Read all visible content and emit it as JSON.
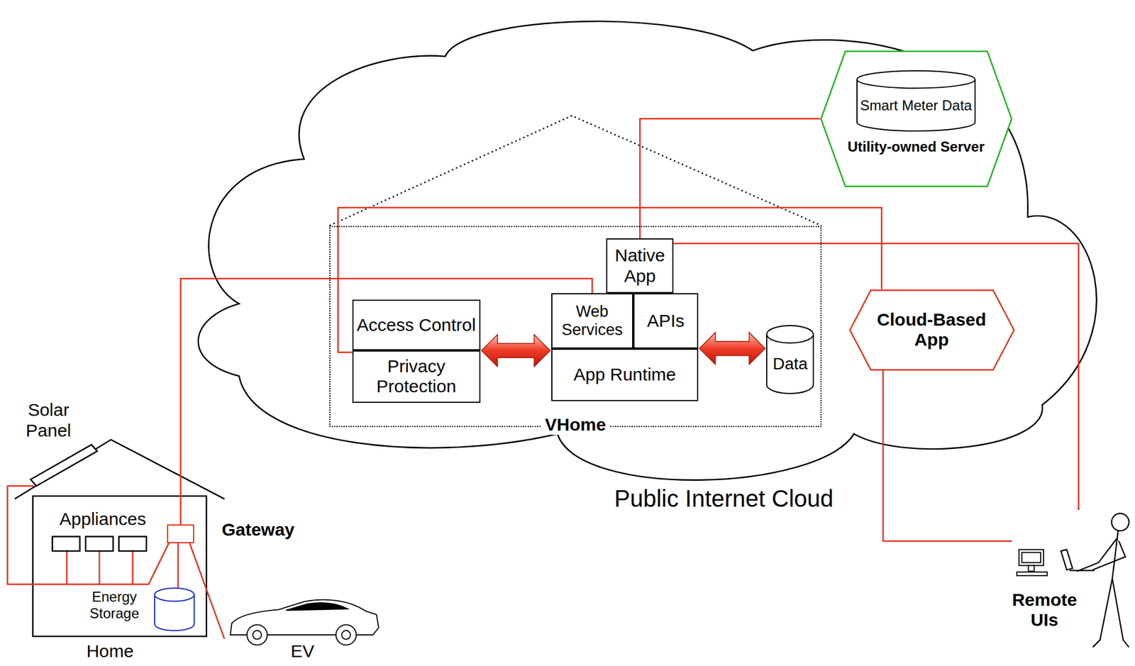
{
  "diagram": {
    "nodes": [
      {
        "text": [
          "VHome"
        ]
      },
      {
        "text": [
          "Native App"
        ],
        "in": 0
      },
      {
        "text": [
          "Web Services"
        ],
        "in": 0
      },
      {
        "text": [
          "APIs"
        ],
        "in": 0
      },
      {
        "text": [
          "App Runtime"
        ],
        "in": 0
      },
      {
        "text": [
          "Access Control"
        ],
        "in": 0
      },
      {
        "text": [
          "Privacy Protection"
        ],
        "in": 0
      },
      {
        "text": [
          "Data"
        ],
        "in": 0
      },
      {
        "text": [
          "Utility-owned Server"
        ]
      },
      {
        "text": [
          "Smart Meter Data"
        ],
        "in": 8
      },
      {
        "text": [
          "Cloud-Based App"
        ]
      },
      {
        "text": [
          "Gateway"
        ]
      },
      {
        "text": [
          "Energy Storage"
        ]
      },
      {
        "text": [
          "EV"
        ]
      },
      {
        "text": [
          "Remote UIs"
        ]
      }
    ],
    "edges": [
      {
        "from": 11,
        "to": 2,
        "arrow": "none"
      },
      {
        "from": 1,
        "to": 8,
        "arrow": "none"
      },
      {
        "from": 1,
        "to": 14,
        "arrow": "none"
      },
      {
        "from": 6,
        "to": 10,
        "arrow": "none"
      },
      {
        "from": 10,
        "to": 14,
        "arrow": "none"
      },
      {
        "from": 6,
        "to": 4,
        "arrow": "both"
      },
      {
        "from": 4,
        "to": 7,
        "arrow": "both"
      },
      {
        "from": 11,
        "to": 12,
        "arrow": "none"
      },
      {
        "from": 11,
        "to": 13,
        "arrow": "none"
      }
    ],
    "labels": [
      "Solar Panel",
      "Appliances",
      "Home",
      "Public Internet Cloud"
    ]
  }
}
